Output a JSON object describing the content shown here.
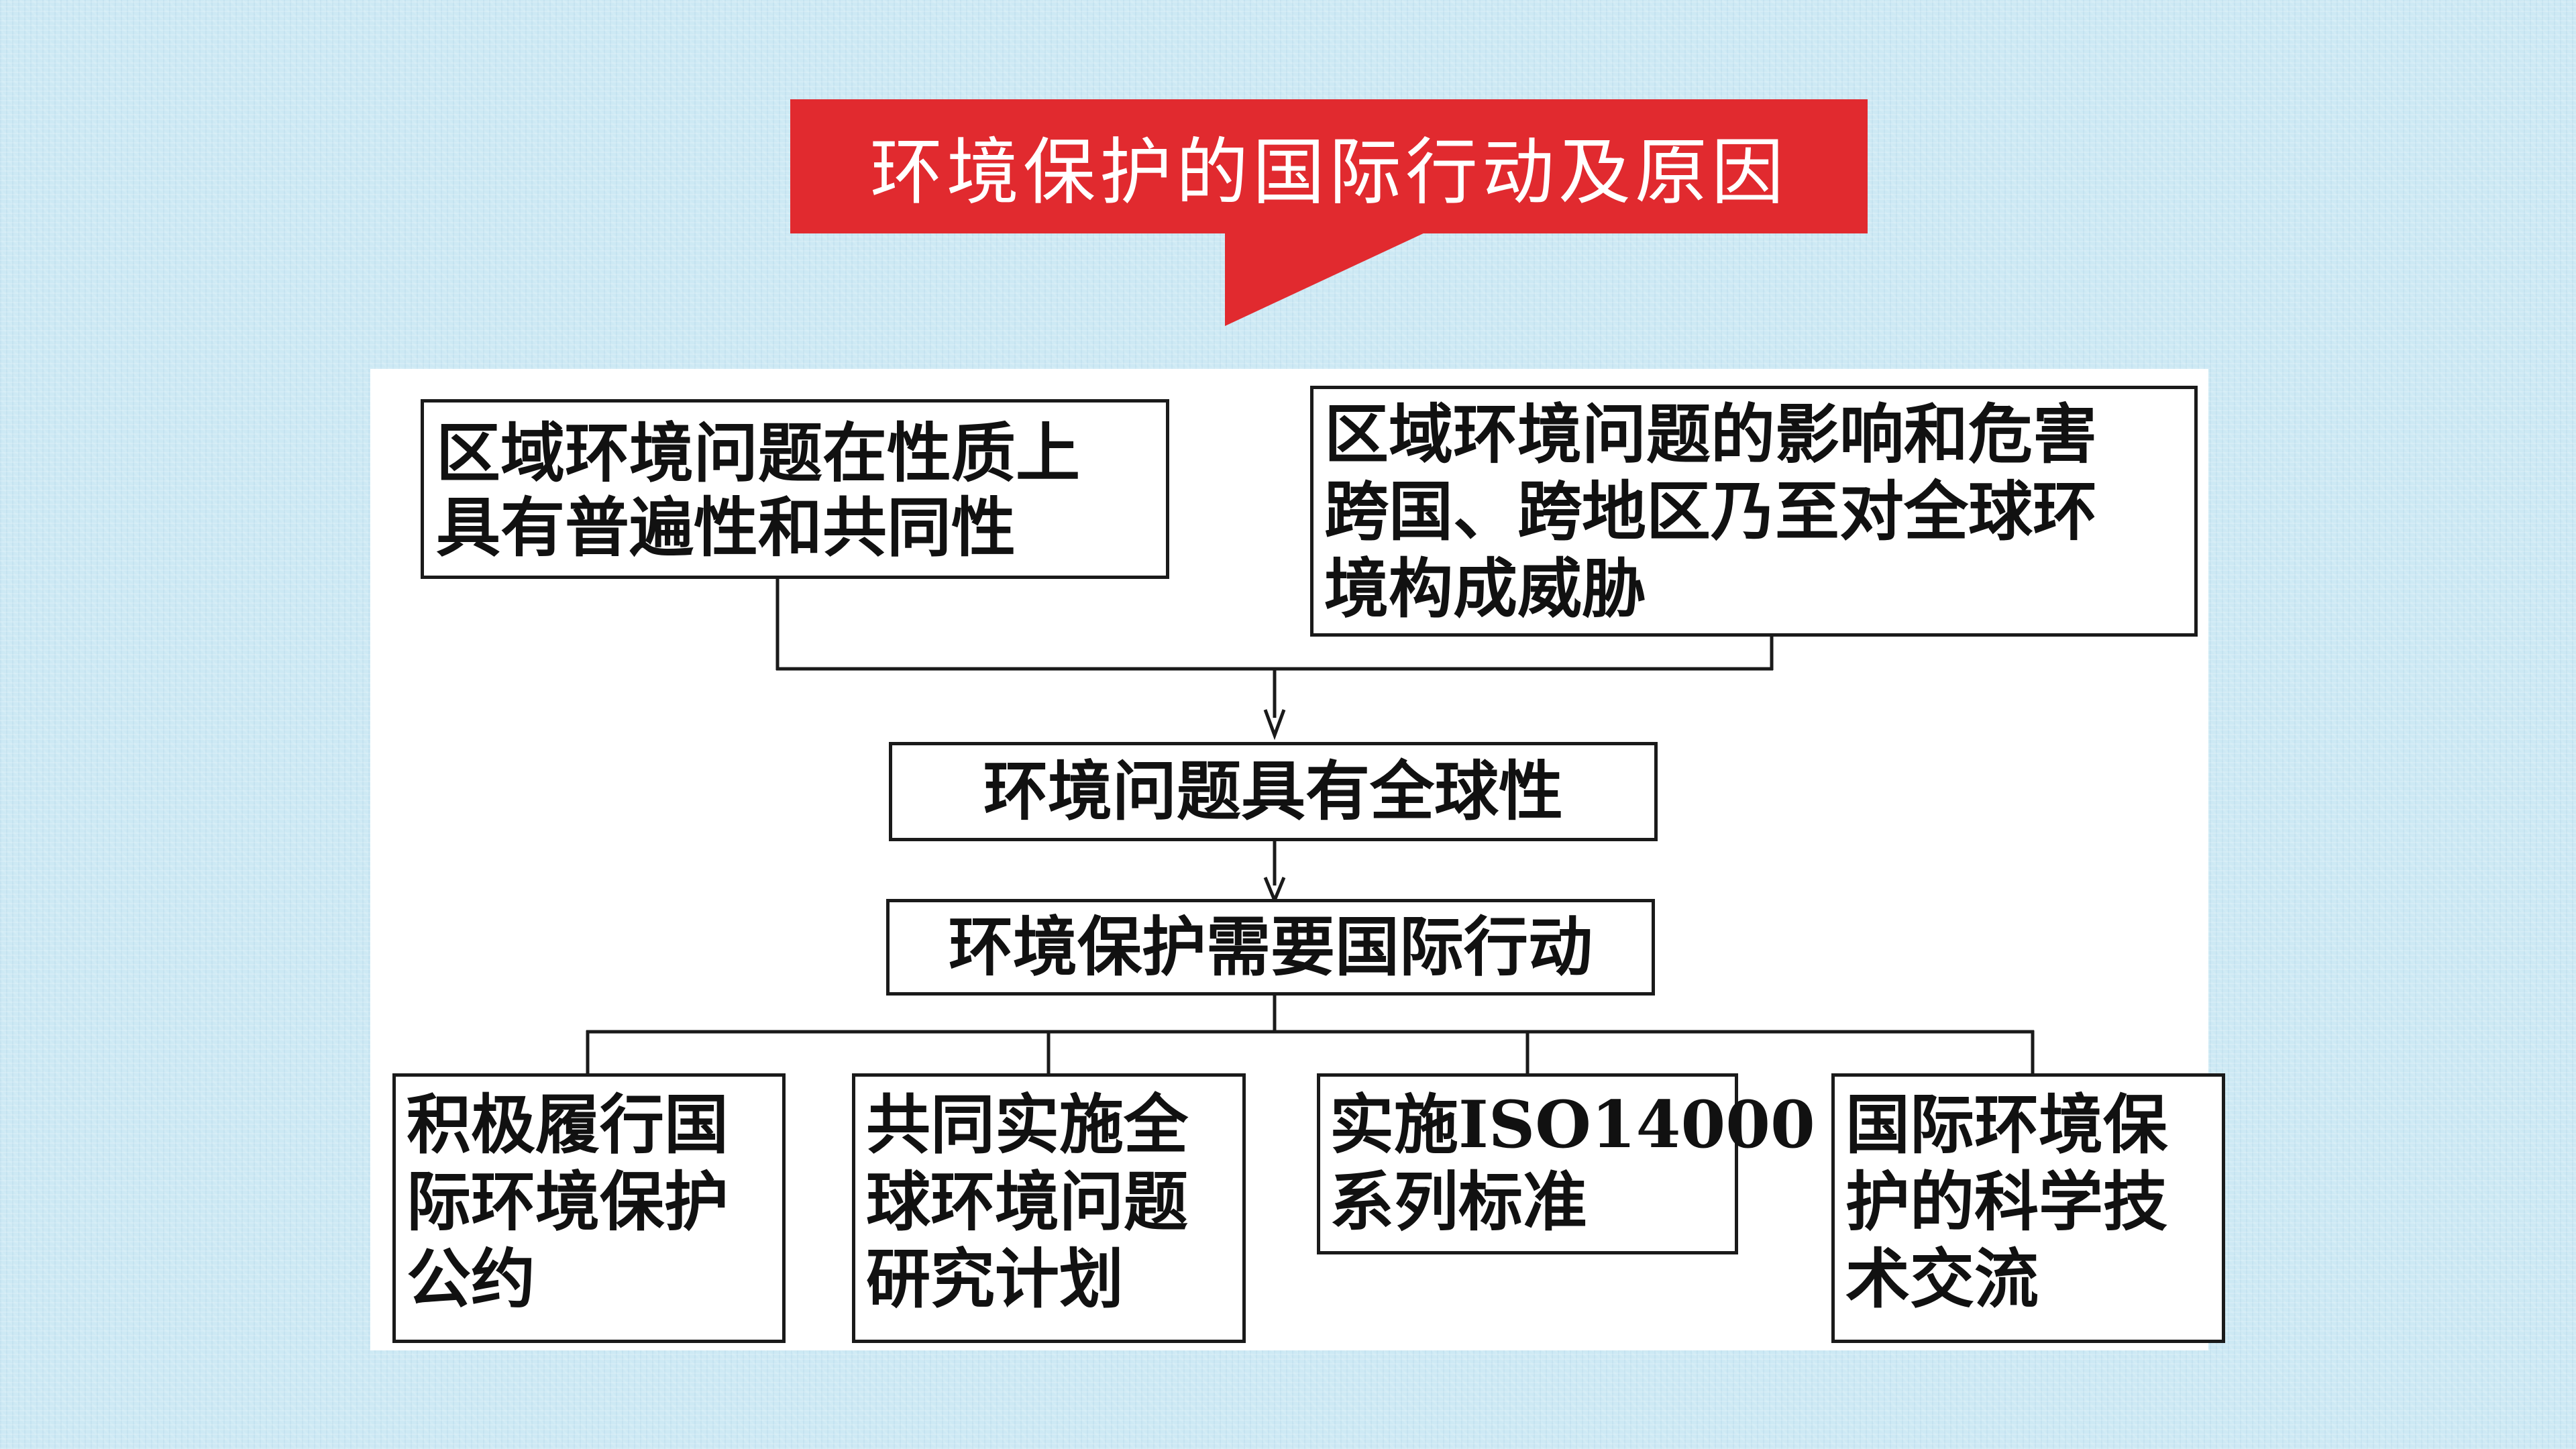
{
  "title": "环境保护的国际行动及原因",
  "colors": {
    "background": "#cde9f4",
    "banner": "#e12a2f",
    "panel": "#ffffff",
    "box_border": "#1a1a1a"
  },
  "diagram": {
    "causes": [
      {
        "lines": [
          "区域环境问题在性质上",
          "具有普遍性和共同性"
        ]
      },
      {
        "lines": [
          "区域环境问题的影响和危害",
          "跨国、跨地区乃至对全球环",
          "境构成威胁"
        ]
      }
    ],
    "conclusion": "环境问题具有全球性",
    "requirement": "环境保护需要国际行动",
    "actions": [
      {
        "lines": [
          "积极履行国",
          "际环境保护",
          "公约"
        ]
      },
      {
        "lines": [
          "共同实施全",
          "球环境问题",
          "研究计划"
        ]
      },
      {
        "lines": [
          "实施ISO14000",
          "系列标准"
        ]
      },
      {
        "lines": [
          "国际环境保",
          "护的科学技",
          "术交流"
        ]
      }
    ]
  }
}
